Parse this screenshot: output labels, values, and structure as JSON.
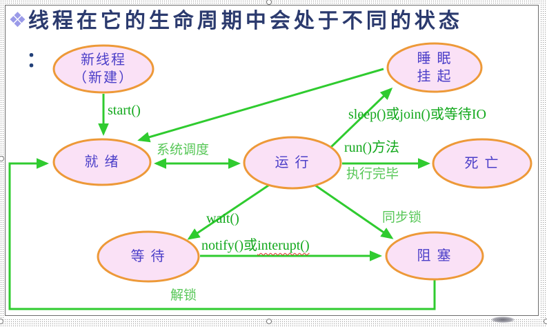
{
  "slide": {
    "title": "线程在它的生命周期中会处于不同的状态",
    "bullet_glyph": "❖",
    "sub_bullet": "："
  },
  "states": {
    "new": {
      "label": "新线程\n（新建）"
    },
    "sleep": {
      "label": "睡 眠\n挂 起"
    },
    "ready": {
      "label": "就 绪"
    },
    "running": {
      "label": "运 行"
    },
    "dead": {
      "label": "死 亡"
    },
    "waiting": {
      "label": "等 待"
    },
    "blocked": {
      "label": "阻 塞"
    }
  },
  "transitions": {
    "start": "start()",
    "schedule": "系统调度",
    "sleep_join": "sleep()或join()或等待IO",
    "run_method": "run()方法",
    "run_done": "执行完毕",
    "wait": "wait()",
    "notify_part1": "notify()或",
    "notify_part2": "interupt()",
    "sync_lock": "同步锁",
    "unlock": "解锁"
  },
  "colors": {
    "title_text": "#2b3a6e",
    "bullet": "#9a9ae8",
    "state_text": "#4b3ec8",
    "ellipse_fill": "#fae1f6",
    "ellipse_border": "#ed9938",
    "arrow_green": "#2fcb2f",
    "label_green_serif": "#12a81c",
    "label_green_hand": "#58c758",
    "spellcheck_red": "#e23030"
  }
}
